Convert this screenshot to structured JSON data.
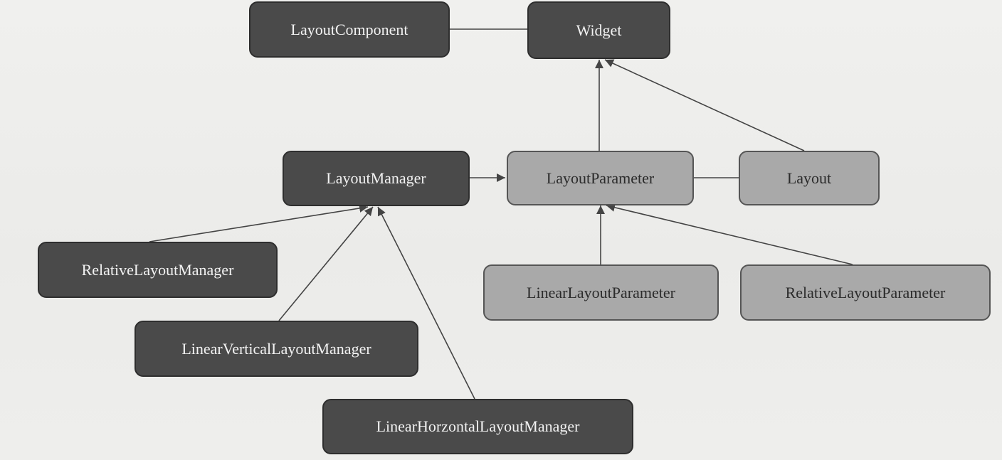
{
  "nodes": {
    "layout_component": "LayoutComponent",
    "widget": "Widget",
    "layout_manager": "LayoutManager",
    "layout_parameter": "LayoutParameter",
    "layout": "Layout",
    "relative_layout_manager": "RelativeLayoutManager",
    "linear_vertical_layout_manager": "LinearVerticalLayoutManager",
    "linear_horizontal_layout_manager": "LinearHorzontalLayoutManager",
    "linear_layout_parameter": "LinearLayoutParameter",
    "relative_layout_parameter": "RelativeLayoutParameter"
  },
  "colors": {
    "dark_node": "#4a4a4a",
    "light_node": "#a9a9a9",
    "edge": "#444444"
  }
}
